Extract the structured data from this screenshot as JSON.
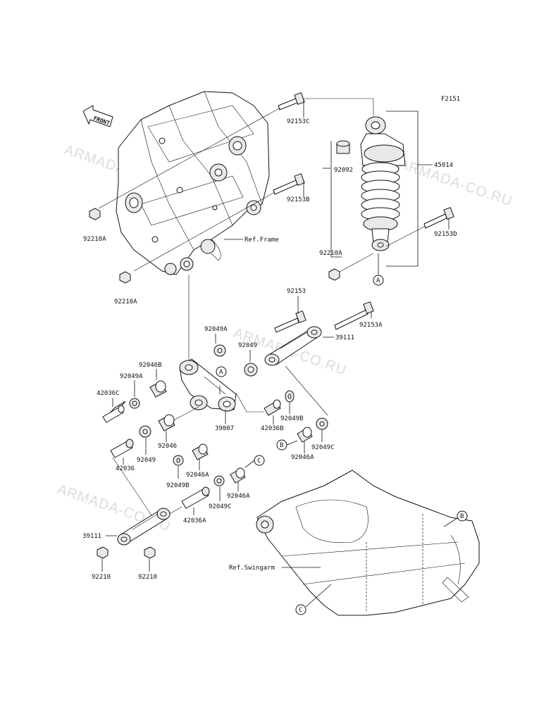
{
  "figure_code": "F2151",
  "front_label": "FRONT",
  "watermark": "ARMADA-CO.RU",
  "ref_frame": "Ref.Frame",
  "ref_swingarm": "Ref.Swingarm",
  "callouts": {
    "A": "A",
    "B": "B",
    "C": "C"
  },
  "parts": {
    "p92153C": "92153C",
    "p92153B": "92153B",
    "p92153D": "92153D",
    "p92153": "92153",
    "p92153A": "92153A",
    "p45014": "45014",
    "p92092": "92092",
    "p92210A_1": "92210A",
    "p92210A_2": "92210A",
    "p92210A_3": "92210A",
    "p92049A_1": "92049A",
    "p92049A_2": "92049A",
    "p92049_1": "92049",
    "p92049_2": "92049",
    "p39111_1": "39111",
    "p39111_2": "39111",
    "p92046B": "92046B",
    "p42036C": "42036C",
    "p39007": "39007",
    "p42036B": "42036B",
    "p92049B_1": "92049B",
    "p92049B_2": "92049B",
    "p92049C_1": "92049C",
    "p92049C_2": "92049C",
    "p92046": "92046",
    "p92046A_1": "92046A",
    "p92046A_2": "92046A",
    "p92046A_3": "92046A",
    "p42036": "42036",
    "p42036A": "42036A",
    "p92210_1": "92210",
    "p92210_2": "92210"
  }
}
